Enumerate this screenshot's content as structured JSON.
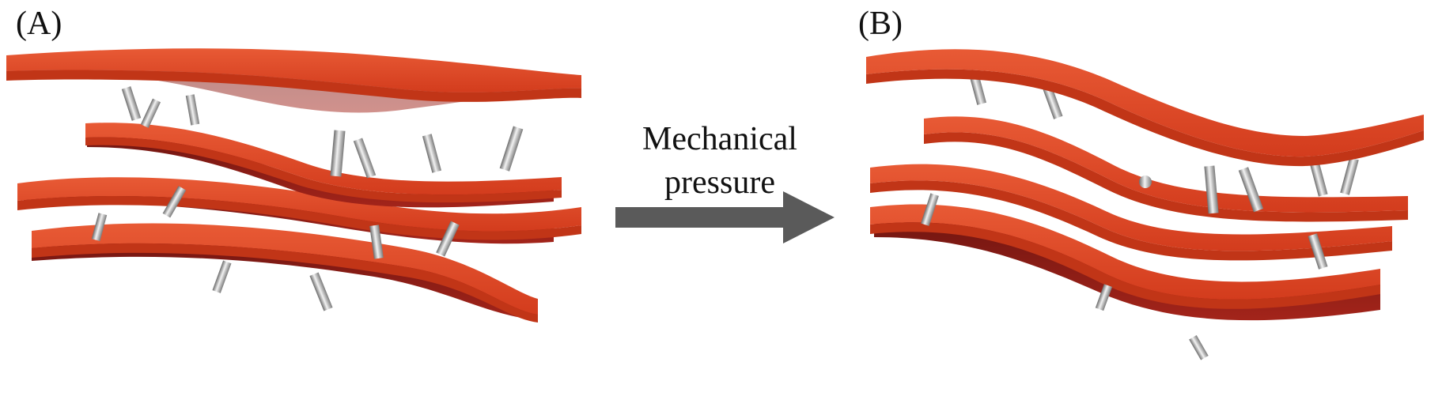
{
  "panels": {
    "a_label": "(A)",
    "b_label": "(B)"
  },
  "arrow": {
    "line1": "Mechanical",
    "line2": "pressure",
    "color": "#5a5a5a"
  },
  "colors": {
    "sheet_top": "#e04a28",
    "sheet_edge": "#c7381b",
    "sheet_under": "#8a1a12",
    "rod": "#d9d9d9"
  },
  "icons": [
    "layered-sheet-stack-illustration",
    "right-arrow-icon"
  ]
}
